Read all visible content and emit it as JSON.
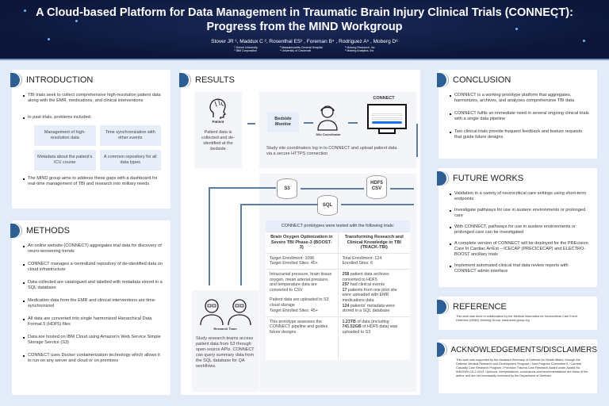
{
  "header": {
    "title_line1": "A Cloud-based Platform for Data Management in Traumatic Brain Injury Clinical Trials (CONNECT):",
    "title_line2": "Progress from the MIND Workgroup",
    "authors": "Stover JR ¹, Maddux C ², Rosenthal ES³ , Foreman B⁴ , Rodriguez A⁵ , Moberg D⁶",
    "affiliations": [
      "¹ Drexel University",
      "² IBM Corporation",
      "³ Massachusetts General Hospital",
      "⁴ University of Cincinnati",
      "⁵ Moberg Research, Inc",
      "⁶ Moberg Analytics, Inc"
    ]
  },
  "colors": {
    "header_bg": "#0b1638",
    "page_bg": "#e4ebf8",
    "accent": "#2d5f95",
    "cell_bg": "#e7eef9"
  },
  "introduction": {
    "title": "INTRODUCTION",
    "bullet1": "TBI trials seek to collect comprehensive high-resolution patient data along with the EMR, medications, and clinical interventions",
    "bullet2": "In past trials, problems included:",
    "problems": [
      "Management of high-resolution data",
      "Time synchronization with other events",
      "Metadata about the patient's ICU course",
      "A common repository for all data types"
    ],
    "bullet3": "The MIND group aims to address these gaps with a dashboard for real-time management of TBI and research into military needs"
  },
  "methods": {
    "title": "METHODS",
    "bullets": [
      "An online website (CONNECT) aggregates trial data for discovery of neuro-worsening trends",
      "CONNECT manages a centralized repository of de-identified data on cloud infrastructure",
      "Data collected are catalogued and labelled with metadata stored in a SQL database",
      "Medication data from the EMR and clinical interventions are time-synchronized",
      "All data are converted into single harmonized Hierarchical Data Format 5 (HDF5) files",
      "Data are hosted on IBM Cloud using Amazon's Web Service Simple Storage Service (S3)",
      "CONNECT uses Docker containerization technology which allows it to run on any server and cloud or on premises"
    ]
  },
  "results": {
    "title": "RESULTS",
    "patient_label": "Patient",
    "patient_text": "Patient data is collected and de-identified at the bedside",
    "bedside_monitor": "Bedside Monitor",
    "site_coordinator": "Site Coordinator",
    "connect_label": "CONNECT",
    "upload_text": "Study site coordinators log in to CONNECT and upload patient data via a secure HTTPS connection",
    "s3": "S3",
    "hdf5": "HDF5",
    "csv": "CSV",
    "sql": "SQL",
    "research_team": "Research Team",
    "research_text": "Study research teams access patient data from S3 through open-source APIs. CONNECT can query summary data from the SQL database for QA workflows.",
    "table_caption": "CONNECT prototypes were tested with the following trials:",
    "table": {
      "col1_header": "Brain Oxygen Optimization in Severe TBI Phase-3 (BOOST-3)",
      "col2_header": "Transforming Research and Clinical Knowledge in TBI (TRACK-TBI)",
      "r1c1": [
        "Target Enrollment: 1096",
        "Target Enrolled Sites: 45+"
      ],
      "r1c2": [
        "Total Enrollment: 124",
        "Enrolled Sites: 6"
      ],
      "r2c1": [
        "Intracranial pressure, brain tissue oxygen, mean arterial pressure, and temperature data are converted to CSV",
        "Patient data are uploaded to S3 cloud storage",
        "Target Enrolled Sites: 45+"
      ],
      "r2c2": [
        {
          "b": "258",
          "t": " patient data archives converted to HDF5"
        },
        {
          "b": "257",
          "t": " had clinical events"
        },
        {
          "b": "17",
          "t": " patients from one pilot site were uploaded with EMR medications data"
        },
        {
          "b": "124",
          "t": " patients' metadata were stored in a SQL database"
        }
      ],
      "r3c1": "This prototype assesses the CONNECT pipeline and guides future designs",
      "r3c2": {
        "b1": "1.23TB",
        "t1": " of data (including ",
        "b2": "741.52GB",
        "t2": " of HDF5 data) was uploaded to S3"
      }
    }
  },
  "conclusion": {
    "title": "CONCLUSION",
    "bullets": [
      "CONNECT is a working prototype platform that aggregates, harmonizes, archives, and analyses comprehensive TBI data",
      "CONNECT fulfils an immediate need in several ongoing clinical trials with a single data pipeline",
      "Two clinical trials provide frequent feedback and feature requests that guide future designs"
    ]
  },
  "future_works": {
    "title": "FUTURE WORKS",
    "bullets": [
      "Validation in a variety of neurocritical care settings using short-term endpoints",
      "Investigate pathways for use in austere environments or prolonged care",
      "With CONNECT, pathways for use in austere environments or prolonged care can be investigated",
      "A complete version of CONNECT will be deployed for the PREcision Care In Cardiac ArrEst – ICECAP (PRECICECAP) and ELECTRO-BOOST ancillary trials",
      "Implement automated clinical trial data review reports with CONNECT admin interface"
    ]
  },
  "reference": {
    "title": "REFERENCE",
    "text": "This work was done in collaboration by the Medical Informatics for Neurocritical Care Event Detection (MIND) Working Group: www.mind-group.org"
  },
  "acknowledgements": {
    "title": "ACKNOWLEDGEMENTS/DISCLAIMERS",
    "text": "This work was supported by the Assistant Secretary of Defense for Health Affairs, through the Defense Medical Research and Development Program / Joint Program Committee 6 / Combat Casualty Care Research Program / Precision Trauma Care Research Award under Award No. W81XWH-19-2-0013. Opinions, interpretations, conclusions and recommendations are those of the author and are not necessarily endorsed by the Department of Defense."
  }
}
